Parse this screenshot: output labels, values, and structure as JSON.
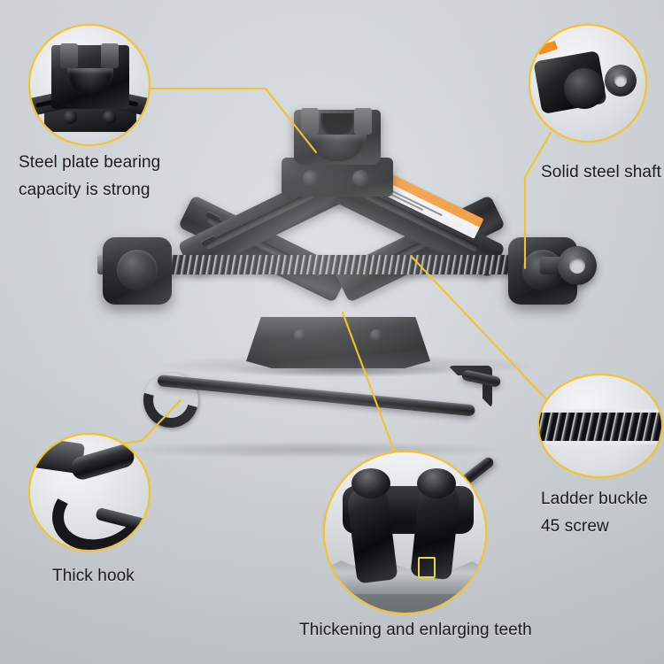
{
  "page": {
    "title": "Scissor Jack Product Feature Infographic",
    "background_color": "#ced2d6",
    "accent_color": "#f4c22b"
  },
  "labels": {
    "steel_plate_line1": "Steel plate bearing",
    "steel_plate_line2": "capacity is strong",
    "solid_shaft": "Solid steel shaft",
    "ladder_line1": "Ladder buckle",
    "ladder_line2": "45 screw",
    "thick_hook": "Thick hook",
    "teeth": "Thickening and enlarging teeth"
  },
  "callouts": [
    {
      "id": "steel-plate",
      "name": "steel-plate-detail",
      "shape": "circle",
      "position": "top-left"
    },
    {
      "id": "solid-shaft",
      "name": "solid-steel-shaft-detail",
      "shape": "circle",
      "position": "top-right"
    },
    {
      "id": "ladder-screw",
      "name": "ladder-buckle-screw-detail",
      "shape": "circle",
      "position": "right"
    },
    {
      "id": "thick-hook",
      "name": "thick-hook-detail",
      "shape": "circle",
      "position": "bottom-left"
    },
    {
      "id": "teeth",
      "name": "enlarging-teeth-detail",
      "shape": "circle",
      "position": "bottom-center"
    }
  ],
  "product": {
    "main_item": "scissor jack",
    "secondary_item": "crank handle with hook",
    "sticker_color": "#f0932c"
  },
  "icons": {
    "callout_ring": "circle-outline-icon",
    "leader_line": "leader-line-icon"
  }
}
